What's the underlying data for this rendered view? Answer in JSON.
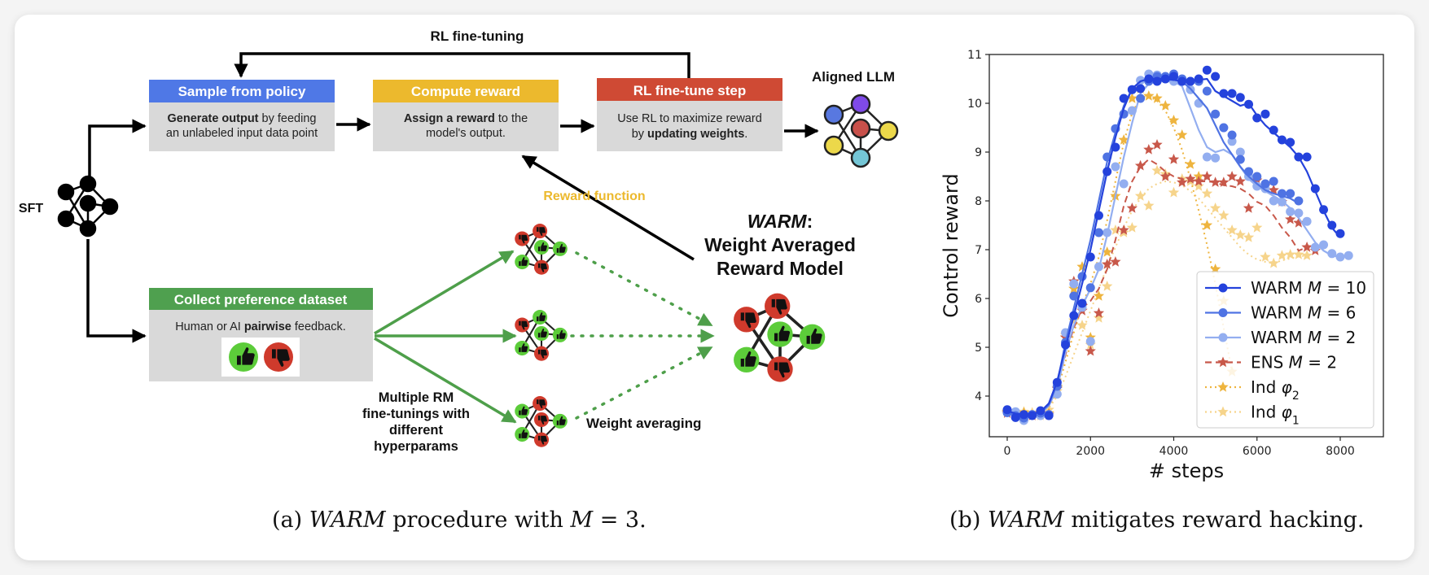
{
  "diagram": {
    "loop_label": "RL fine-tuning",
    "sft_label": "SFT",
    "aligned_label": "Aligned LLM",
    "reward_function_label": "Reward function",
    "warm_title_italic": "WARM",
    "warm_title_colon": ":",
    "warm_line2": "Weight Averaged",
    "warm_line3": "Reward Model",
    "multi_rm_lines": [
      "Multiple RM",
      "fine-tunings with",
      "different",
      "hyperparams"
    ],
    "weight_averaging_label": "Weight averaging",
    "boxes": {
      "sample": {
        "title": "Sample from policy",
        "line1_bold": "Generate output",
        "line1_rest": " by feeding",
        "line2": "an unlabeled input data point",
        "color": "#4f78e6"
      },
      "compute": {
        "title": "Compute reward",
        "line1_bold": "Assign a reward",
        "line1_rest": " to the",
        "line2": "model's output.",
        "color": "#ecb92d"
      },
      "rlstep": {
        "title": "RL fine-tune step",
        "line1": "Use RL to maximize reward",
        "line2_pre": "by ",
        "line2_bold": "updating weights",
        "line2_post": ".",
        "color": "#cf4a34"
      },
      "collect": {
        "title": "Collect preference dataset",
        "line1_pre": "Human or AI ",
        "line1_bold": "pairwise",
        "line1_post": " feedback.",
        "color": "#4fa04f"
      }
    },
    "colors": {
      "box_body": "#d9d9d9",
      "thumb_up": "#5ccc3a",
      "thumb_down": "#cf3a2c",
      "green_arrow": "#4e9f4a",
      "reward_text": "#ecb92d"
    }
  },
  "captions": {
    "a_prefix": "(a) ",
    "a_italic": "WARM",
    "a_rest": " procedure with ",
    "a_math": "M",
    "a_end": " = 3.",
    "b_prefix": "(b) ",
    "b_italic": "WARM",
    "b_rest": " mitigates reward hacking."
  },
  "chart_data": {
    "type": "line",
    "title": "",
    "xlabel": "# steps",
    "ylabel": "Control reward",
    "xlim": [
      -500,
      9000
    ],
    "ylim": [
      3.2,
      11
    ],
    "xticks": [
      0,
      2000,
      4000,
      6000,
      8000
    ],
    "yticks": [
      4,
      5,
      6,
      7,
      8,
      9,
      10,
      11
    ],
    "grid": false,
    "legend_position": "bottom-right",
    "series": [
      {
        "name": "WARM M = 10",
        "label_pre": "WARM ",
        "label_math": "M",
        "label_post": " = 10",
        "color": "#2442dc",
        "marker": "circle",
        "linestyle": "solid",
        "x": [
          0,
          200,
          400,
          600,
          800,
          1000,
          1200,
          1400,
          1600,
          1800,
          2000,
          2200,
          2400,
          2600,
          2800,
          3000,
          3200,
          3400,
          3600,
          3800,
          4000,
          4200,
          4400,
          4600,
          4800,
          5000,
          5200,
          5400,
          5600,
          5800,
          6000,
          6200,
          6400,
          6600,
          6800,
          7000,
          7200,
          7400,
          7600,
          7800,
          8000,
          8200,
          8400
        ],
        "points": [
          3.72,
          3.56,
          3.62,
          3.6,
          3.7,
          3.6,
          4.28,
          5.05,
          5.65,
          5.9,
          6.85,
          7.7,
          8.6,
          9.1,
          10.1,
          10.28,
          10.3,
          10.5,
          10.45,
          10.5,
          10.55,
          10.45,
          10.45,
          10.5,
          10.68,
          10.55,
          10.2,
          10.2,
          10.12,
          9.98,
          9.7,
          9.78,
          9.45,
          9.25,
          9.2,
          8.9,
          8.9,
          8.25,
          7.82,
          7.5,
          7.33,
          null,
          null
        ],
        "smooth": [
          3.7,
          3.64,
          3.62,
          3.63,
          3.68,
          3.85,
          4.3,
          5.0,
          5.65,
          6.3,
          7.0,
          7.8,
          8.6,
          9.3,
          9.9,
          10.3,
          10.45,
          10.5,
          10.5,
          10.5,
          10.48,
          10.45,
          10.45,
          10.48,
          10.5,
          10.25,
          10.15,
          10.05,
          9.95,
          10.0,
          9.75,
          9.55,
          9.4,
          9.25,
          9.1,
          8.9,
          8.6,
          8.2,
          7.8,
          7.45,
          7.25,
          null,
          null
        ]
      },
      {
        "name": "WARM M = 6",
        "label_pre": "WARM ",
        "label_math": "M",
        "label_post": " = 6",
        "color": "#4f73e3",
        "marker": "circle",
        "linestyle": "solid",
        "x": [
          0,
          200,
          400,
          600,
          800,
          1000,
          1200,
          1400,
          1600,
          1800,
          2000,
          2200,
          2400,
          2600,
          2800,
          3000,
          3200,
          3400,
          3600,
          3800,
          4000,
          4200,
          4400,
          4600,
          4800,
          5000,
          5200,
          5400,
          5600,
          5800,
          6000,
          6200,
          6400,
          6600,
          6800,
          7000,
          7200,
          7400,
          7600,
          7800,
          8000,
          8200,
          8400
        ],
        "points": [
          3.66,
          3.6,
          3.55,
          3.62,
          3.65,
          3.62,
          4.2,
          5.1,
          6.05,
          6.45,
          6.22,
          7.35,
          8.9,
          9.48,
          9.78,
          10.28,
          10.1,
          10.45,
          10.55,
          10.55,
          10.6,
          10.5,
          10.45,
          10.45,
          10.25,
          9.78,
          9.5,
          9.35,
          8.85,
          8.6,
          8.5,
          8.35,
          8.4,
          8.15,
          8.15,
          8.0,
          null,
          null,
          null,
          null,
          null,
          null,
          null
        ],
        "smooth": [
          3.68,
          3.62,
          3.6,
          3.62,
          3.66,
          3.82,
          4.25,
          5.1,
          5.8,
          6.5,
          7.2,
          8.0,
          8.8,
          9.4,
          9.95,
          10.3,
          10.45,
          10.5,
          10.5,
          10.48,
          10.48,
          10.45,
          10.3,
          10.1,
          9.9,
          9.55,
          9.2,
          8.95,
          8.7,
          8.5,
          8.35,
          8.22,
          8.15,
          8.1,
          8.05,
          7.95,
          null,
          null,
          null,
          null,
          null,
          null,
          null
        ]
      },
      {
        "name": "WARM M = 2",
        "label_pre": "WARM ",
        "label_math": "M",
        "label_post": " = 2",
        "color": "#93aef0",
        "marker": "circle",
        "linestyle": "solid",
        "x": [
          0,
          200,
          400,
          600,
          800,
          1000,
          1200,
          1400,
          1600,
          1800,
          2000,
          2200,
          2400,
          2600,
          2800,
          3000,
          3200,
          3400,
          3600,
          3800,
          4000,
          4200,
          4400,
          4600,
          4800,
          5000,
          5200,
          5400,
          5600,
          5800,
          6000,
          6200,
          6400,
          6600,
          6800,
          7000,
          7200,
          7400,
          7600,
          7800,
          8000,
          8200,
          8400,
          8600
        ],
        "points": [
          3.66,
          3.68,
          3.5,
          3.62,
          3.6,
          3.62,
          4.04,
          5.3,
          6.3,
          5.82,
          5.12,
          6.65,
          7.35,
          8.7,
          8.35,
          9.85,
          10.47,
          10.6,
          10.58,
          10.5,
          10.45,
          10.45,
          10.28,
          10.0,
          8.9,
          8.88,
          9.5,
          9.22,
          9.0,
          8.5,
          8.3,
          8.25,
          8.0,
          7.98,
          7.78,
          7.75,
          7.58,
          7.05,
          7.1,
          6.92,
          6.85,
          6.88,
          null,
          null
        ],
        "smooth": [
          3.66,
          3.62,
          3.6,
          3.61,
          3.64,
          3.8,
          4.15,
          4.9,
          5.45,
          5.85,
          6.2,
          6.6,
          7.3,
          8.1,
          8.9,
          9.6,
          10.2,
          10.4,
          10.45,
          10.45,
          10.45,
          10.35,
          9.9,
          9.45,
          9.1,
          9.0,
          9.05,
          8.95,
          8.7,
          8.45,
          8.3,
          8.2,
          8.1,
          8.0,
          7.85,
          7.65,
          7.4,
          7.15,
          6.98,
          6.88,
          6.85,
          6.88,
          null,
          null
        ]
      },
      {
        "name": "ENS M = 2",
        "label_pre": "ENS ",
        "label_math": "M",
        "label_post": " = 2",
        "color": "#c8584a",
        "marker": "star",
        "linestyle": "dashed",
        "x": [
          0,
          200,
          400,
          600,
          800,
          1000,
          1200,
          1400,
          1600,
          1800,
          2000,
          2200,
          2400,
          2600,
          2800,
          3000,
          3200,
          3400,
          3600,
          3800,
          4000,
          4200,
          4400,
          4600,
          4800,
          5000,
          5200,
          5400,
          5600,
          5800,
          6000,
          6200,
          6400,
          6600,
          6800,
          7000,
          7200,
          7400
        ],
        "points": [
          3.65,
          3.62,
          3.6,
          3.6,
          3.65,
          3.62,
          4.15,
          5.2,
          6.35,
          5.75,
          4.92,
          5.7,
          6.7,
          6.75,
          7.4,
          7.85,
          8.72,
          9.05,
          9.15,
          8.5,
          8.85,
          8.38,
          8.45,
          8.4,
          8.5,
          8.38,
          8.38,
          8.5,
          8.4,
          7.85,
          8.42,
          8.3,
          8.22,
          7.98,
          7.62,
          7.55,
          7.05,
          6.98
        ],
        "smooth": [
          3.66,
          3.63,
          3.62,
          3.62,
          3.65,
          3.8,
          4.2,
          4.85,
          5.4,
          5.8,
          5.95,
          6.2,
          6.6,
          7.2,
          7.9,
          8.4,
          8.7,
          8.85,
          8.75,
          8.6,
          8.5,
          8.45,
          8.42,
          8.4,
          8.4,
          8.38,
          8.32,
          8.3,
          8.25,
          8.15,
          7.98,
          7.9,
          7.7,
          7.45,
          7.25,
          6.98,
          7.05,
          null
        ]
      },
      {
        "name": "Ind φ2",
        "label_pre": "Ind ",
        "label_math": "φ",
        "label_sub": "2",
        "color": "#eeb43e",
        "marker": "star",
        "linestyle": "dotted",
        "x": [
          0,
          200,
          400,
          600,
          800,
          1000,
          1200,
          1400,
          1600,
          1800,
          2000,
          2200,
          2400,
          2600,
          2800,
          3000,
          3200,
          3400,
          3600,
          3800,
          4000,
          4200,
          4400,
          4600,
          4800,
          5000,
          5200,
          5400
        ],
        "points": [
          3.68,
          3.6,
          3.66,
          3.6,
          3.65,
          3.65,
          4.15,
          5.2,
          6.2,
          6.65,
          5.2,
          6.05,
          6.95,
          8.1,
          9.25,
          10.1,
          10.3,
          10.15,
          10.1,
          9.95,
          9.65,
          9.35,
          8.75,
          8.5,
          7.5,
          6.6,
          5.95,
          4.5
        ],
        "smooth": [
          3.68,
          3.64,
          3.62,
          3.62,
          3.66,
          3.78,
          4.1,
          4.7,
          5.3,
          5.85,
          6.3,
          6.85,
          7.6,
          8.4,
          9.2,
          9.8,
          10.12,
          10.15,
          10.05,
          9.85,
          9.5,
          9.05,
          8.45,
          7.8,
          7.1,
          6.3,
          5.4,
          4.5
        ]
      },
      {
        "name": "Ind φ1",
        "label_pre": "Ind ",
        "label_math": "φ",
        "label_sub": "1",
        "color": "#f6d48b",
        "marker": "star",
        "linestyle": "dotted",
        "x": [
          0,
          200,
          400,
          600,
          800,
          1000,
          1200,
          1400,
          1600,
          1800,
          2000,
          2200,
          2400,
          2600,
          2800,
          3000,
          3200,
          3400,
          3600,
          3800,
          4000,
          4200,
          4400,
          4600,
          4800,
          5000,
          5200,
          5400,
          5600,
          5800,
          6000,
          6200,
          6400,
          6600,
          6800,
          7000,
          7200
        ],
        "points": [
          3.65,
          3.62,
          3.68,
          3.66,
          3.6,
          3.72,
          4.1,
          5.25,
          5.55,
          5.45,
          5.05,
          5.6,
          6.25,
          7.4,
          7.35,
          7.45,
          8.1,
          7.9,
          8.62,
          8.55,
          8.17,
          8.45,
          8.4,
          8.3,
          8.15,
          7.85,
          7.7,
          7.4,
          7.3,
          7.25,
          7.45,
          6.85,
          6.72,
          6.88,
          6.9,
          6.9,
          6.88
        ],
        "smooth": [
          3.65,
          3.63,
          3.63,
          3.64,
          3.66,
          3.75,
          4.0,
          4.4,
          4.85,
          5.3,
          5.75,
          6.2,
          6.65,
          7.05,
          7.45,
          7.8,
          8.05,
          8.25,
          8.35,
          8.4,
          8.38,
          8.32,
          8.2,
          8.05,
          7.85,
          7.65,
          7.45,
          7.25,
          7.05,
          6.9,
          6.8,
          6.75,
          6.72,
          6.78,
          6.82,
          6.86,
          6.88
        ]
      }
    ]
  }
}
